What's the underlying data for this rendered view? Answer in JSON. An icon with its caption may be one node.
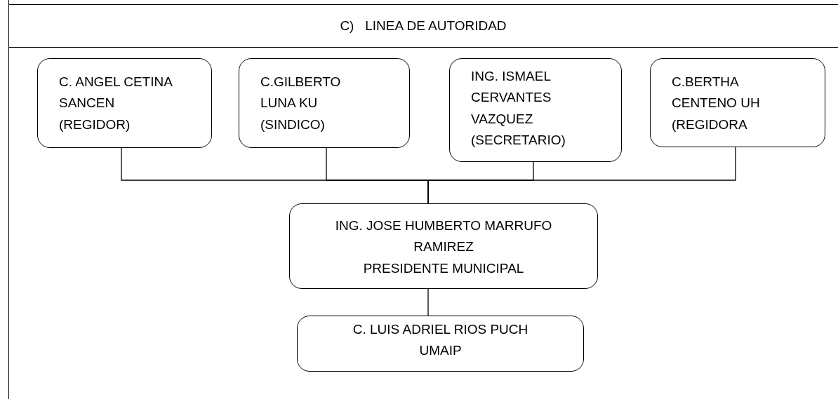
{
  "diagram": {
    "title": "C)   LINEA DE AUTORIDAD",
    "nodes": [
      {
        "text": [
          "C. ANGEL CETINA SANCEN",
          "(REGIDOR)"
        ]
      },
      {
        "text": [
          "C.GILBERTO LUNA KU",
          "(SINDICO)"
        ]
      },
      {
        "text": [
          "ING. ISMAEL CERVANTES VAZQUEZ",
          "(SECRETARIO)"
        ]
      },
      {
        "text": [
          "C.BERTHA CENTENO UH",
          "(REGIDORA"
        ]
      },
      {
        "text": [
          "ING. JOSE HUMBERTO MARRUFO RAMIREZ",
          "PRESIDENTE MUNICIPAL"
        ]
      },
      {
        "text": [
          "C. LUIS ADRIEL RIOS PUCH",
          "UMAIP"
        ]
      }
    ],
    "edges": [
      {
        "from": 0,
        "to": 4,
        "arrow": "none"
      },
      {
        "from": 1,
        "to": 4,
        "arrow": "none"
      },
      {
        "from": 2,
        "to": 4,
        "arrow": "none"
      },
      {
        "from": 3,
        "to": 4,
        "arrow": "none"
      },
      {
        "from": 4,
        "to": 5,
        "arrow": "none"
      }
    ]
  }
}
